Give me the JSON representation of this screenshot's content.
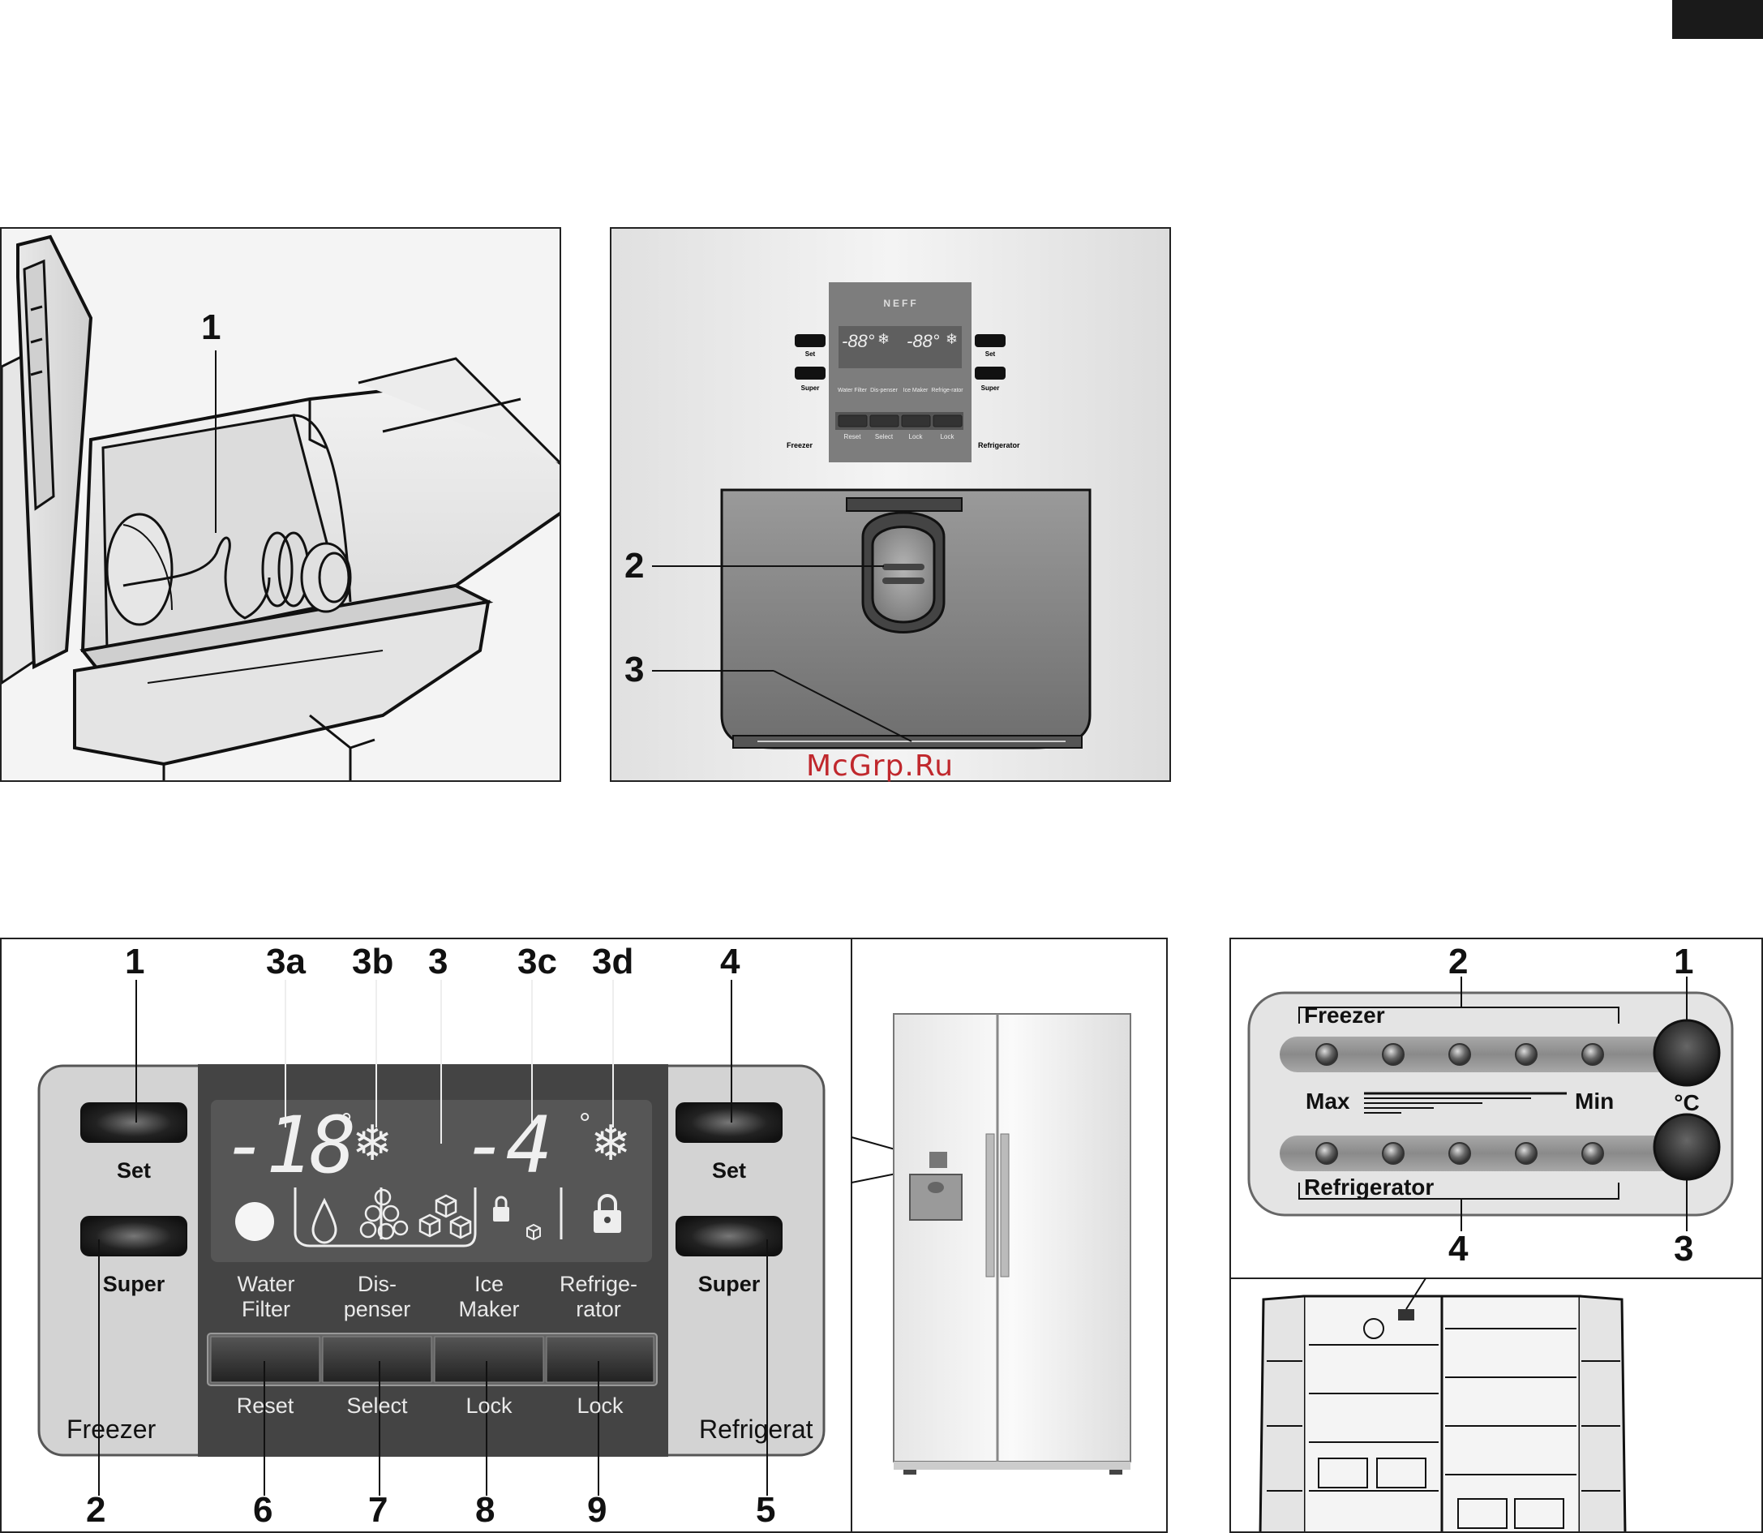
{
  "watermark": "McGrp.Ru",
  "fig1": {
    "callouts": [
      "1"
    ]
  },
  "fig2": {
    "callouts": [
      "2",
      "3"
    ],
    "brand_mark": "NEFF",
    "mini_panel": {
      "left_set": "Set",
      "left_super": "Super",
      "right_set": "Set",
      "right_super": "Super",
      "freezer": "Freezer",
      "refrigerator": "Refrigerator",
      "temp_left": "-88°",
      "temp_right": "-88°",
      "top_labels": [
        "Water Filter",
        "Dis-penser",
        "Ice Maker",
        "Refrige-rator"
      ],
      "bottom_labels": [
        "Reset",
        "Select",
        "Lock",
        "Lock"
      ]
    }
  },
  "fig3": {
    "callouts_top": [
      "1",
      "3a",
      "3b",
      "3",
      "3c",
      "3d",
      "4"
    ],
    "callouts_bottom": [
      "2",
      "6",
      "7",
      "8",
      "9",
      "5"
    ],
    "left_set": "Set",
    "left_super": "Super",
    "right_set": "Set",
    "right_super": "Super",
    "freezer": "Freezer",
    "refrigerator": "Refrigerat",
    "temp_freezer": "-18",
    "temp_fridge": "-4",
    "function_labels": [
      "Water Filter",
      "Dis-penser",
      "Ice Maker",
      "Refrige-rator"
    ],
    "button_labels": [
      "Reset",
      "Select",
      "Lock",
      "Lock"
    ]
  },
  "fig4": {
    "callouts": [
      "2",
      "1",
      "4",
      "3"
    ],
    "freezer": "Freezer",
    "refrigerator": "Refrigerator",
    "max": "Max",
    "min": "Min",
    "unit": "°C"
  },
  "icons": [
    "snowflake-icon",
    "filter-icon",
    "drop-icon",
    "crushed-ice-icon",
    "ice-cubes-icon",
    "lock-icon"
  ]
}
